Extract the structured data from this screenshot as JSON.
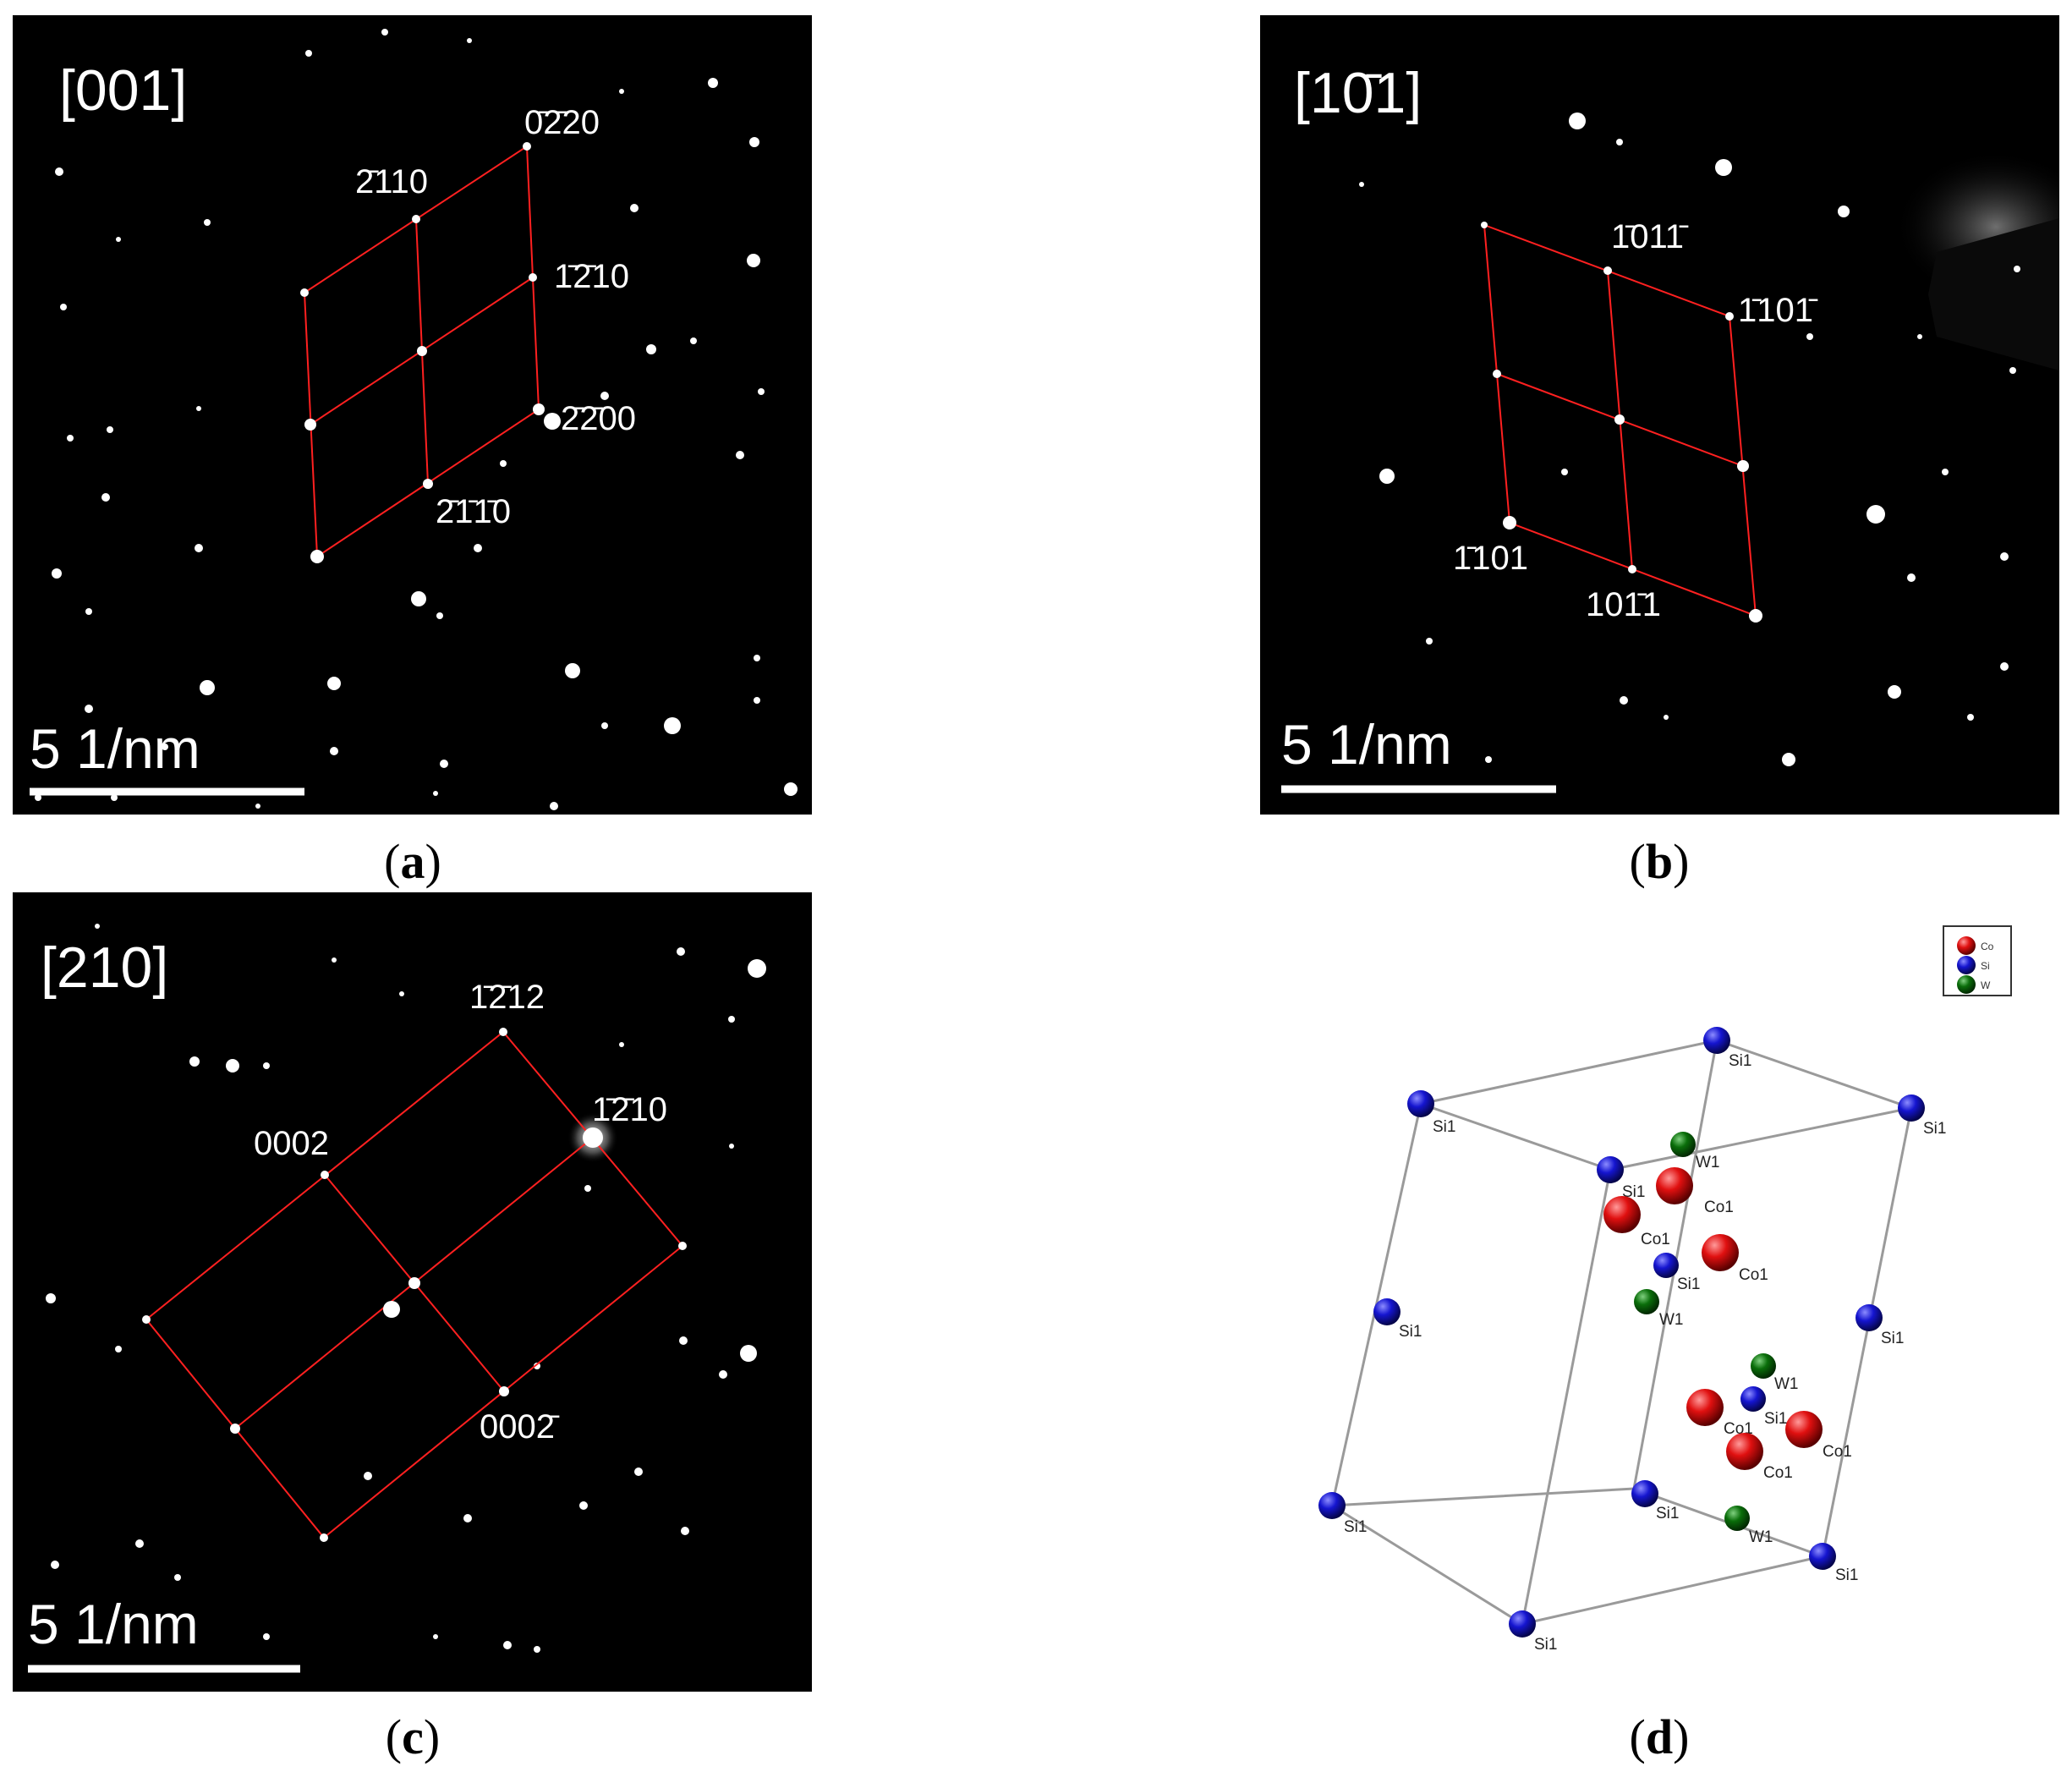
{
  "panels": [
    {
      "id": "a",
      "caption": "a",
      "zone_axis": "[001]",
      "scale_bar": "5 1/nm"
    },
    {
      "id": "b",
      "caption": "b",
      "zone_axis": "[10̄1]",
      "scale_bar": "5 1/nm"
    },
    {
      "id": "c",
      "caption": "c",
      "zone_axis": "[210]",
      "scale_bar": "5 1/nm"
    },
    {
      "id": "d",
      "caption": "d"
    }
  ],
  "spot_labels": {
    "a": [
      "0̄2̄20",
      "2̄110",
      "1̄2̄10",
      "2̄2̄00",
      "2̄1̄1̄0"
    ],
    "b": [
      "1̄011̄",
      "1̄101̄",
      "1̄101",
      "101̄1"
    ],
    "c": [
      "1̄2̄12",
      "1̄2̄10",
      "0002",
      "0002̄"
    ]
  },
  "legend": [
    {
      "label": "Co",
      "color": "#e01010"
    },
    {
      "label": "Si",
      "color": "#1515d0"
    },
    {
      "label": "W",
      "color": "#0a6e0a"
    }
  ],
  "atom_labels": {
    "si": "Si1",
    "co": "Co1",
    "w": "W1"
  },
  "colors": {
    "lattice_line": "#ff2020",
    "cell_edge": "#9a9a9a"
  }
}
